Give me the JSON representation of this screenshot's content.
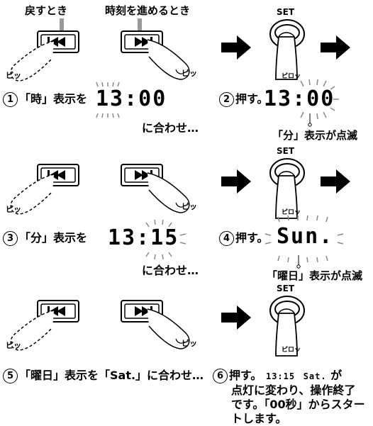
{
  "top": {
    "back_label": "戻すとき",
    "forward_label": "時刻を進めるとき"
  },
  "sound": "ピッ",
  "set_label": "SET",
  "set_sound": "ピロッ",
  "step1": {
    "num": "1",
    "text": "「時」表示を",
    "display": "13:00",
    "suffix": "に合わせ…"
  },
  "step2": {
    "num": "2",
    "text": "押す。",
    "display": "13:00",
    "note": "「分」表示が点滅"
  },
  "step3": {
    "num": "3",
    "text": "「分」表示を",
    "display": "13:15",
    "suffix": "に合わせ…"
  },
  "step4": {
    "num": "4",
    "text": "押す。",
    "display": "Sun.",
    "note": "「曜日」表示が点滅"
  },
  "step5": {
    "num": "5",
    "text": "「曜日」表示を「Sat.」に合わせ…"
  },
  "step6": {
    "num": "6",
    "pre": "押す。",
    "time": "13:15",
    "day": "Sat.",
    "post": "が",
    "line2": "点灯に変わり、操作終了",
    "line3": "です。「00秒」からスター",
    "line4": "トします。"
  }
}
